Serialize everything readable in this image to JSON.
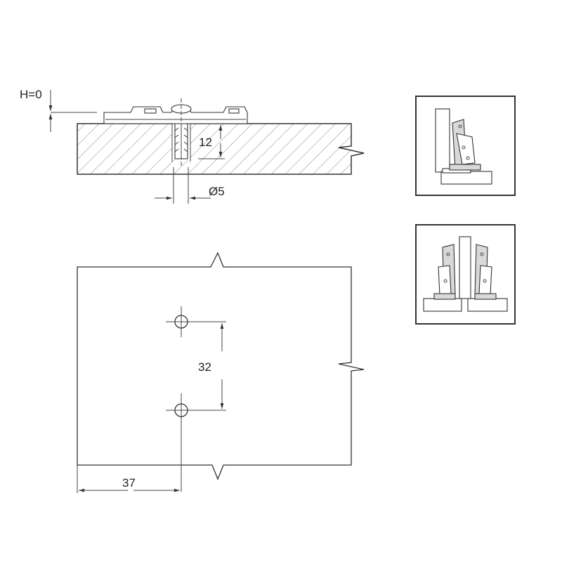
{
  "labels": {
    "mounting_height": "H=0",
    "drill_depth": "12",
    "drill_diameter": "Ø5",
    "hole_spacing": "32",
    "edge_distance": "37"
  },
  "icons": {
    "side_view": "hinge-side-view-icon",
    "pair_view": "hinge-pair-view-icon"
  }
}
